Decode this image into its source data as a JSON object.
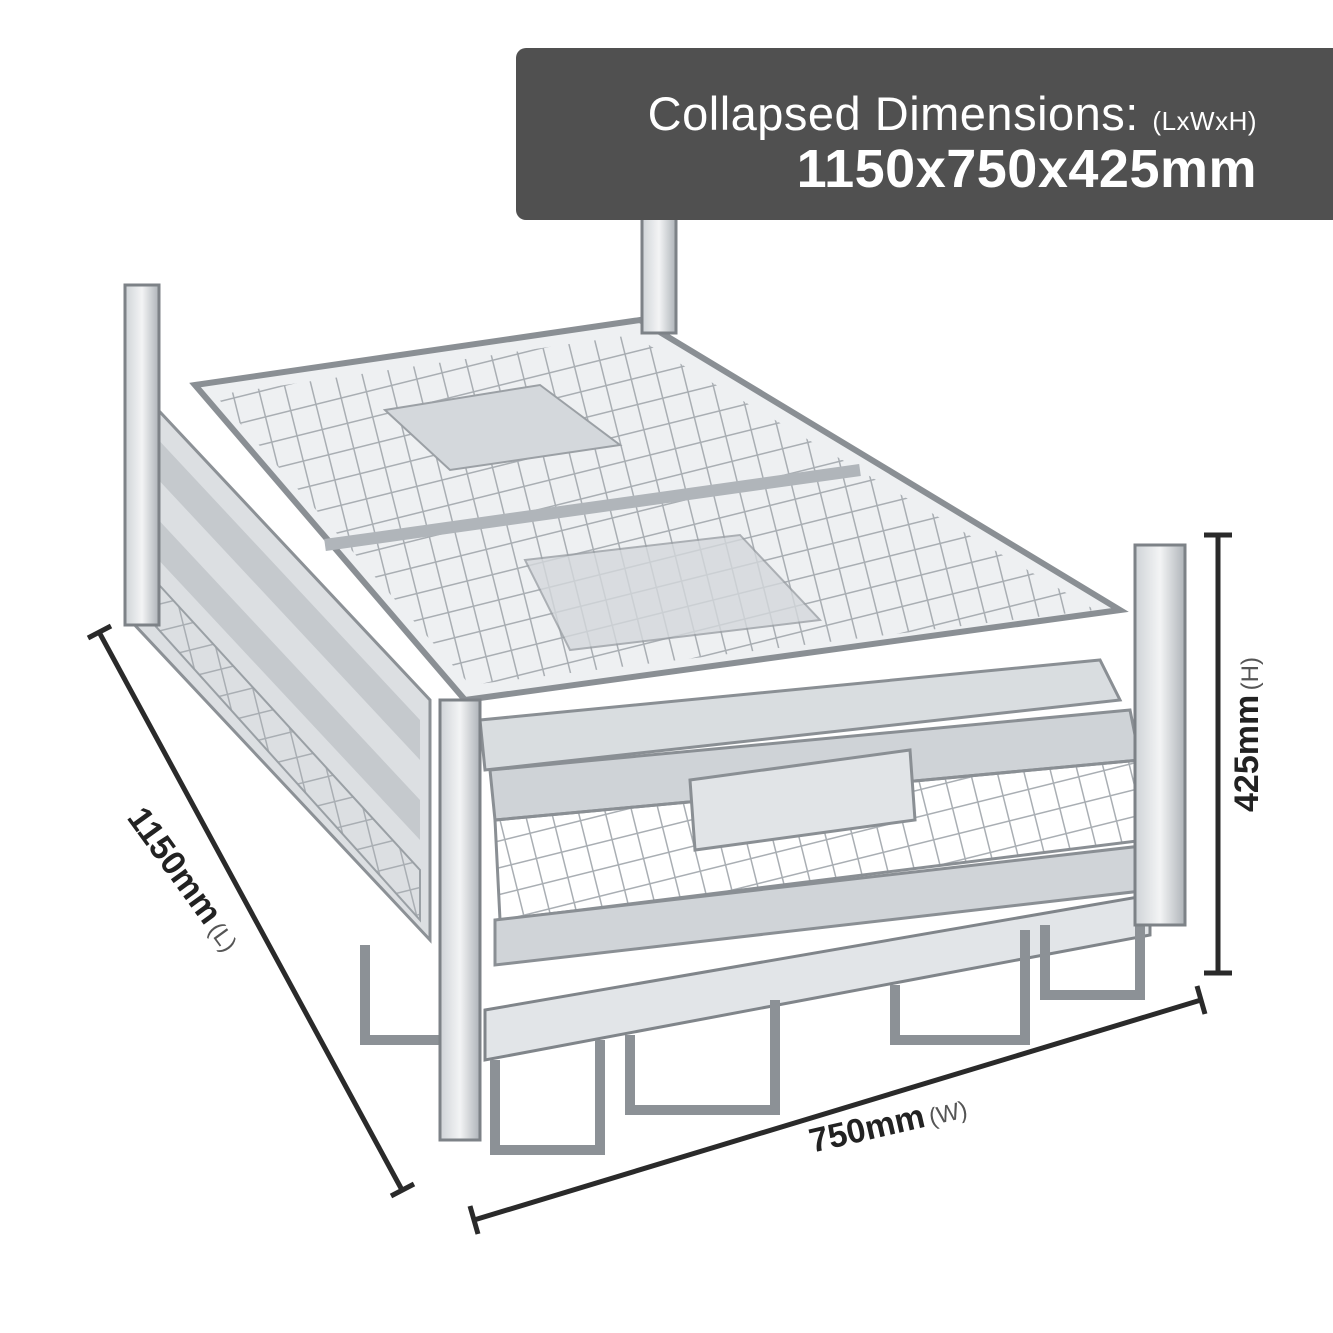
{
  "banner": {
    "title": "Collapsed Dimensions:",
    "title_suffix": "(LxWxH)",
    "dimensions": "1150x750x425mm"
  },
  "dimensions": {
    "length": {
      "value": "1150mm",
      "unit": "(L)"
    },
    "width": {
      "value": "750mm",
      "unit": "(W)"
    },
    "height": {
      "value": "425mm",
      "unit": "(H)"
    }
  },
  "colors": {
    "banner_bg": "#505050",
    "banner_text": "#ffffff",
    "dimension_line": "#2a2a2a",
    "steel_light": "#e6e8ea",
    "steel_mid": "#b9bdc1",
    "steel_dark": "#7e8388"
  },
  "product": {
    "icon": "collapsed-wire-cage-pallet"
  }
}
